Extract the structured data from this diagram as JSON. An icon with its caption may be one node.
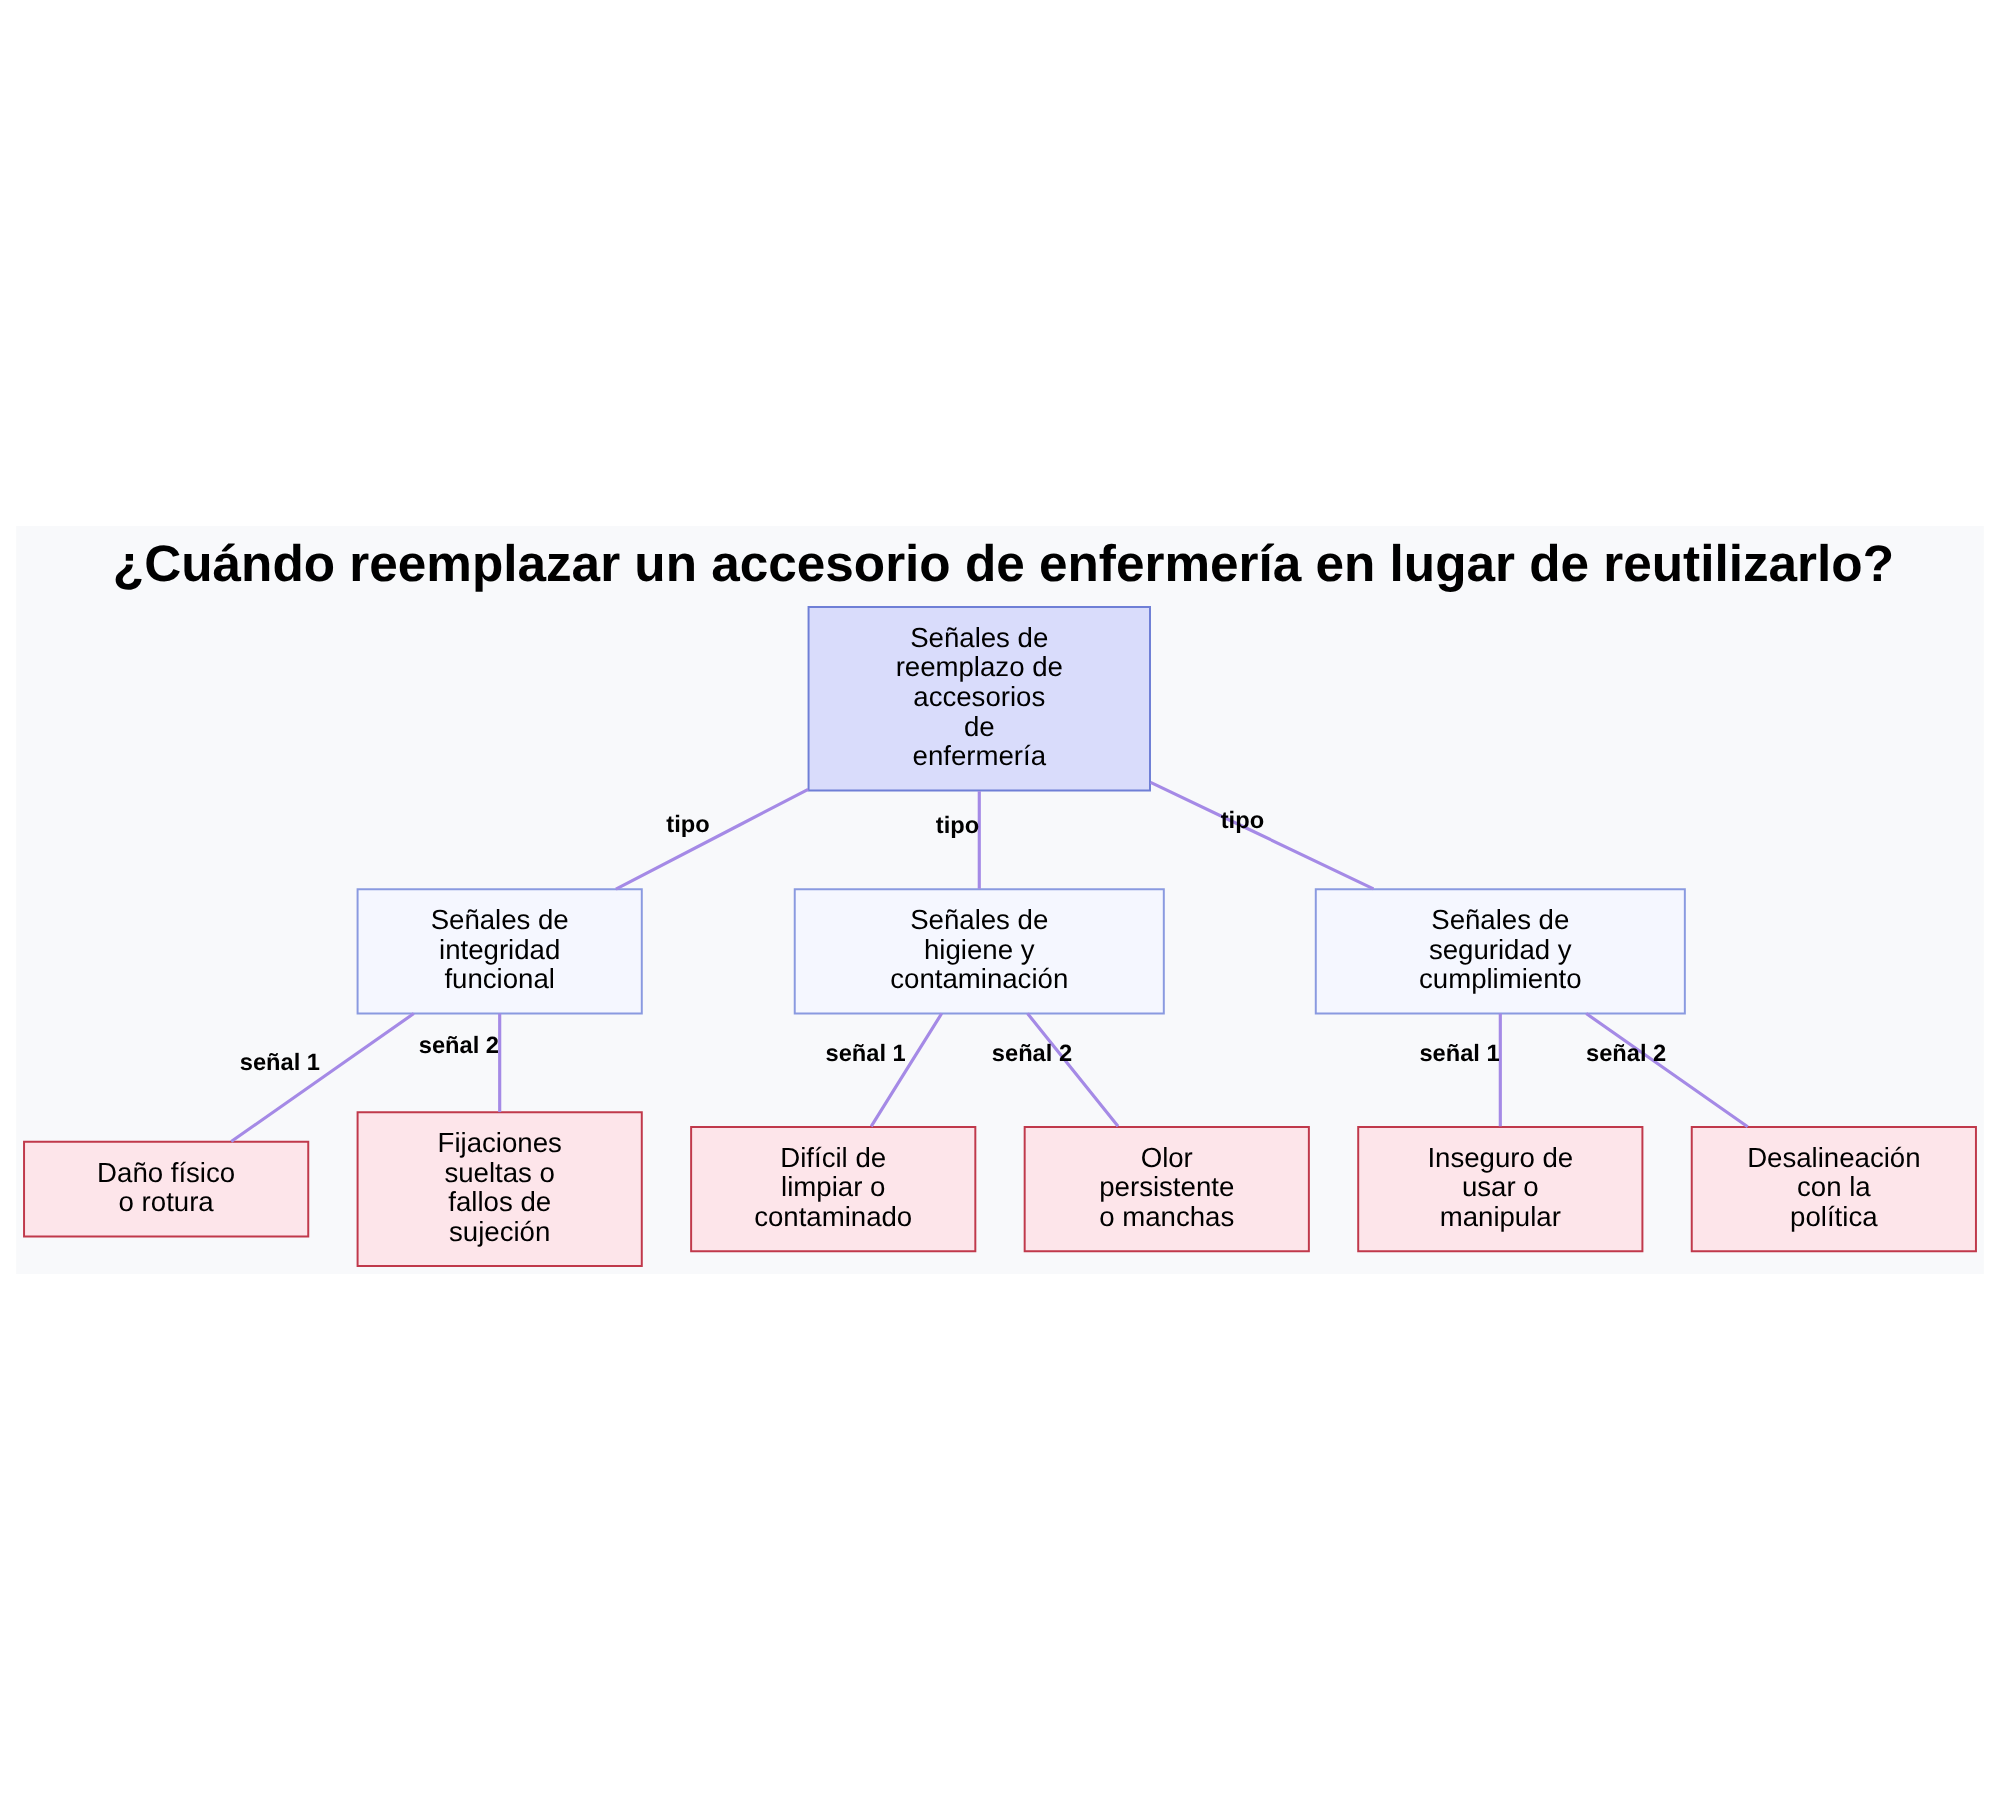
{
  "diagram": {
    "title": "¿Cuándo reemplazar un accesorio de enfermería en lugar de reutilizarlo?",
    "nodes": [
      {
        "text": [
          "Señales de reemplazo de accesorios de enfermería"
        ]
      },
      {
        "text": [
          "Señales de integridad funcional"
        ]
      },
      {
        "text": [
          "Señales de higiene y contaminación"
        ]
      },
      {
        "text": [
          "Señales de seguridad y cumplimiento"
        ]
      },
      {
        "text": [
          "Daño físico o rotura"
        ]
      },
      {
        "text": [
          "Fijaciones sueltas o fallos de sujeción"
        ]
      },
      {
        "text": [
          "Difícil de limpiar o contaminado"
        ]
      },
      {
        "text": [
          "Olor persistente o manchas"
        ]
      },
      {
        "text": [
          "Inseguro de usar o manipular"
        ]
      },
      {
        "text": [
          "Desalineación con la política"
        ]
      }
    ],
    "edges": [
      {
        "from": 0,
        "to": 1,
        "arrow": "none",
        "label": "tipo"
      },
      {
        "from": 0,
        "to": 2,
        "arrow": "none",
        "label": "tipo"
      },
      {
        "from": 0,
        "to": 3,
        "arrow": "none",
        "label": "tipo"
      },
      {
        "from": 1,
        "to": 4,
        "arrow": "none",
        "label": "señal 1"
      },
      {
        "from": 1,
        "to": 5,
        "arrow": "none",
        "label": "señal 2"
      },
      {
        "from": 2,
        "to": 6,
        "arrow": "none",
        "label": "señal 1"
      },
      {
        "from": 2,
        "to": 7,
        "arrow": "none",
        "label": "señal 2"
      },
      {
        "from": 3,
        "to": 8,
        "arrow": "none",
        "label": "señal 1"
      },
      {
        "from": 3,
        "to": 9,
        "arrow": "none",
        "label": "señal 2"
      }
    ]
  }
}
